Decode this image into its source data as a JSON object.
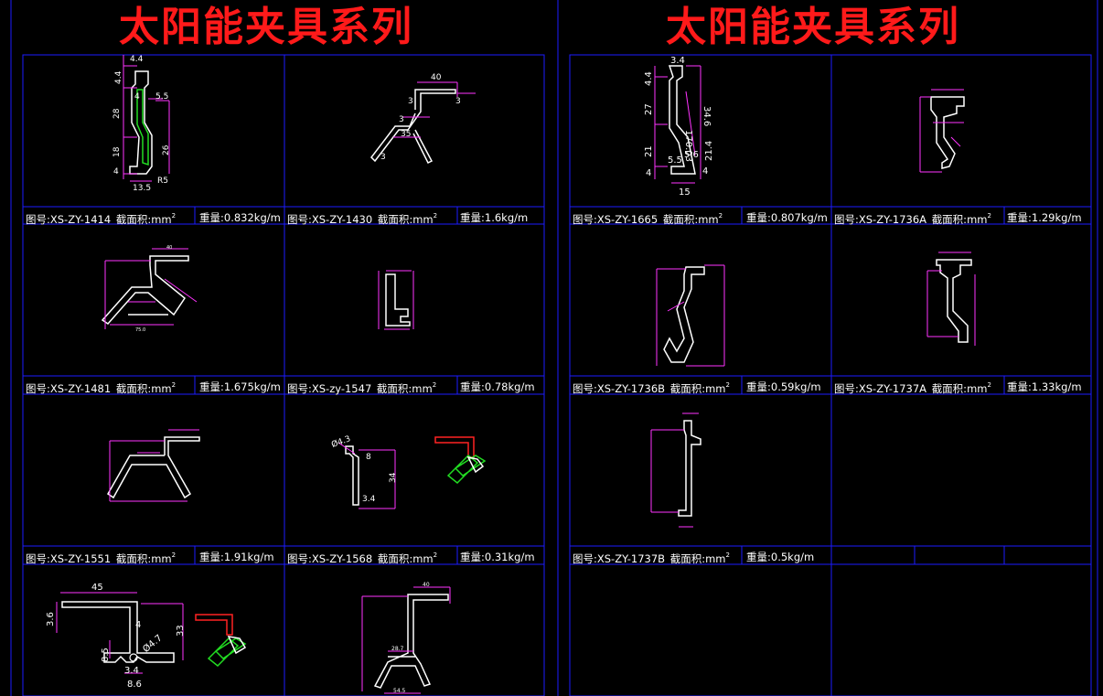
{
  "titles": {
    "left": "太阳能夹具系列",
    "right": "太阳能夹具系列"
  },
  "colors": {
    "background": "#000000",
    "frame": "#1c1cff",
    "title": "#ff1a1a",
    "profile": "#ffffff",
    "dimension": "#ff33ff",
    "highlight": "#22dd22",
    "accent_red": "#ff2222"
  },
  "labels": {
    "drawing_no": "图号:",
    "area": "截面积:",
    "area_unit": "mm",
    "area_exp": "2",
    "weight": "重量:"
  },
  "parts": [
    {
      "code": "XS-ZY-1414",
      "weight": "0.832kg/m"
    },
    {
      "code": "XS-ZY-1430",
      "weight": "1.6kg/m"
    },
    {
      "code": "XS-ZY-1481",
      "weight": "1.675kg/m"
    },
    {
      "code": "XS-zy-1547",
      "weight": "0.78kg/m"
    },
    {
      "code": "XS-ZY-1551",
      "weight": "1.91kg/m"
    },
    {
      "code": "XS-ZY-1568",
      "weight": "0.31kg/m"
    },
    {
      "code": "XS-ZY-1665",
      "weight": "0.807kg/m"
    },
    {
      "code": "XS-ZY-1736A",
      "weight": "1.29kg/m"
    },
    {
      "code": "XS-ZY-1736B",
      "weight": "0.59kg/m"
    },
    {
      "code": "XS-ZY-1737A",
      "weight": "1.33kg/m"
    },
    {
      "code": "XS-ZY-1737B",
      "weight": "0.5kg/m"
    }
  ],
  "dims": {
    "p1414": [
      "4.4",
      "4.4",
      "4",
      "5.5",
      "28",
      "18",
      "26",
      "4",
      "13.5",
      "R5"
    ],
    "p1430": [
      "40",
      "3",
      "3",
      "3",
      "35",
      "3"
    ],
    "p1568": [
      "Ø4.3",
      "8",
      "34",
      "3.4"
    ],
    "p1665": [
      "3.4",
      "4.4",
      "27",
      "34.6",
      "170.03",
      "21",
      "21.4",
      "5.5",
      "5.6",
      "4",
      "4",
      "15"
    ],
    "pbottom_left": [
      "45",
      "3.6",
      "4",
      "33",
      "8.5",
      "Ø4.7",
      "3.4",
      "8.6"
    ],
    "pbottom_mid": [
      "40",
      "28.7",
      "54.5"
    ]
  }
}
